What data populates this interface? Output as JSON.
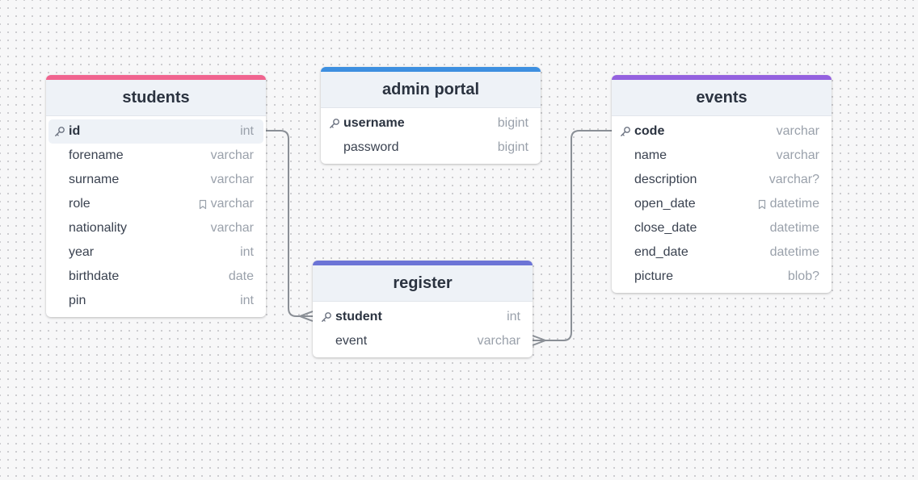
{
  "tables": [
    {
      "id": "students",
      "title": "students",
      "color": "#f0648f",
      "fields": [
        {
          "name": "id",
          "type": "int",
          "pk": true,
          "note": false
        },
        {
          "name": "forename",
          "type": "varchar",
          "pk": false,
          "note": false
        },
        {
          "name": "surname",
          "type": "varchar",
          "pk": false,
          "note": false
        },
        {
          "name": "role",
          "type": "varchar",
          "pk": false,
          "note": true
        },
        {
          "name": "nationality",
          "type": "varchar",
          "pk": false,
          "note": false
        },
        {
          "name": "year",
          "type": "int",
          "pk": false,
          "note": false
        },
        {
          "name": "birthdate",
          "type": "date",
          "pk": false,
          "note": false
        },
        {
          "name": "pin",
          "type": "int",
          "pk": false,
          "note": false
        }
      ]
    },
    {
      "id": "admin-portal",
      "title": "admin portal",
      "color": "#3d8fe0",
      "fields": [
        {
          "name": "username",
          "type": "bigint",
          "pk": true,
          "note": false
        },
        {
          "name": "password",
          "type": "bigint",
          "pk": false,
          "note": false
        }
      ]
    },
    {
      "id": "register",
      "title": "register",
      "color": "#6c74d6",
      "fields": [
        {
          "name": "student",
          "type": "int",
          "pk": true,
          "note": false
        },
        {
          "name": "event",
          "type": "varchar",
          "pk": false,
          "note": false
        }
      ]
    },
    {
      "id": "events",
      "title": "events",
      "color": "#9461df",
      "fields": [
        {
          "name": "code",
          "type": "varchar",
          "pk": true,
          "note": false
        },
        {
          "name": "name",
          "type": "varchar",
          "pk": false,
          "note": false
        },
        {
          "name": "description",
          "type": "varchar?",
          "pk": false,
          "note": false
        },
        {
          "name": "open_date",
          "type": "datetime",
          "pk": false,
          "note": true
        },
        {
          "name": "close_date",
          "type": "datetime",
          "pk": false,
          "note": false
        },
        {
          "name": "end_date",
          "type": "datetime",
          "pk": false,
          "note": false
        },
        {
          "name": "picture",
          "type": "blob?",
          "pk": false,
          "note": false
        }
      ]
    }
  ],
  "relations": [
    {
      "from": "students.id",
      "to": "register.student"
    },
    {
      "from": "events.code",
      "to": "register.event"
    }
  ],
  "colors": {
    "connector": "#8a8f96",
    "header_bg": "#eef2f7",
    "canvas_dots": "#c8c8cc"
  }
}
